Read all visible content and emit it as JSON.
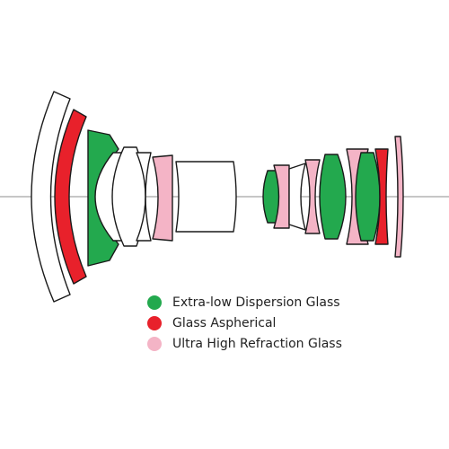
{
  "colors": {
    "extra_low_dispersion": "#23a94e",
    "aspherical": "#e8212b",
    "ultra_high_refraction": "#f4b4c6",
    "plain_glass": "#ffffff",
    "outline": "#1a1a1a",
    "optical_axis": "#8c8c8c"
  },
  "legend": [
    {
      "label": "Extra-low Dispersion Glass",
      "color": "#23a94e"
    },
    {
      "label": "Glass Aspherical",
      "color": "#e8212b"
    },
    {
      "label": "Ultra High Refraction Glass",
      "color": "#f4b4c6"
    }
  ],
  "lens_elements": [
    {
      "group": "front",
      "type": "plain"
    },
    {
      "group": "front",
      "type": "aspherical"
    },
    {
      "group": "front",
      "type": "extra_low_dispersion"
    },
    {
      "group": "front",
      "type": "plain"
    },
    {
      "group": "front",
      "type": "plain"
    },
    {
      "group": "front",
      "type": "plain"
    },
    {
      "group": "front",
      "type": "ultra_high_refraction"
    },
    {
      "group": "front",
      "type": "plain"
    },
    {
      "group": "rear",
      "type": "extra_low_dispersion"
    },
    {
      "group": "rear",
      "type": "ultra_high_refraction"
    },
    {
      "group": "rear",
      "type": "plain"
    },
    {
      "group": "rear",
      "type": "ultra_high_refraction"
    },
    {
      "group": "rear",
      "type": "extra_low_dispersion"
    },
    {
      "group": "rear",
      "type": "ultra_high_refraction"
    },
    {
      "group": "rear",
      "type": "extra_low_dispersion"
    },
    {
      "group": "rear",
      "type": "aspherical"
    },
    {
      "group": "rear",
      "type": "ultra_high_refraction"
    }
  ]
}
